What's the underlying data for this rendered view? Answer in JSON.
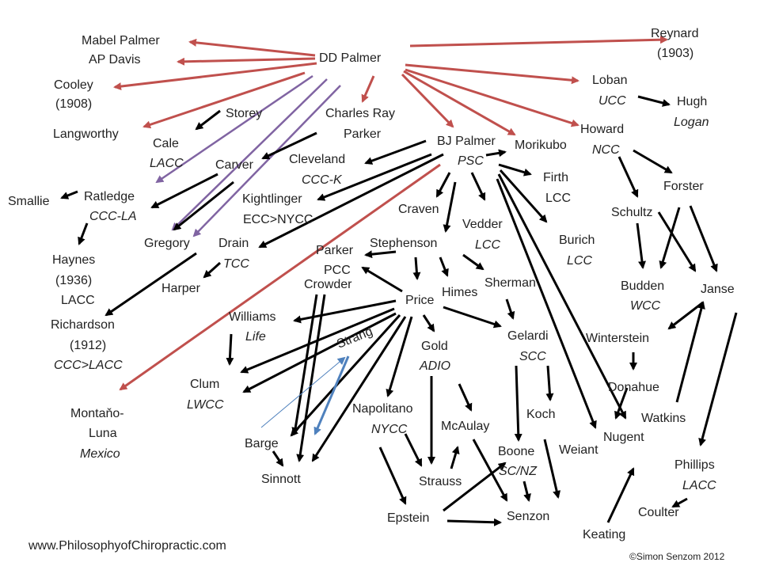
{
  "colors": {
    "red": "#c0504d",
    "purple": "#8064a2",
    "black": "#000000",
    "blue": "#4f81bd"
  },
  "nodes": {
    "mabel": {
      "line1": "Mabel Palmer",
      "line2": "AP Davis"
    },
    "ddpalmer": {
      "line1": "DD Palmer"
    },
    "reynard": {
      "line1": "Reynard",
      "line2": "(1903)"
    },
    "cooley": {
      "line1": "Cooley",
      "line2": "(1908)"
    },
    "langworthy": {
      "line1": "Langworthy"
    },
    "storey": {
      "line1": "Storey"
    },
    "charlesray": {
      "line1": "Charles Ray",
      "line2": "Parker"
    },
    "loban": {
      "line1": "Loban",
      "line2": "UCC"
    },
    "hugh": {
      "line1": "Hugh",
      "line2": "Logan"
    },
    "howard": {
      "line1": "Howard",
      "line2": "NCC"
    },
    "morikubo": {
      "line1": "Morikubo"
    },
    "bjpalmer": {
      "line1": "BJ Palmer",
      "line2": "PSC"
    },
    "cale": {
      "line1": "Cale",
      "line2": "LACC"
    },
    "carver": {
      "line1": "Carver"
    },
    "cleveland": {
      "line1": "Cleveland",
      "line2": "CCC-K"
    },
    "firth": {
      "line1": "Firth",
      "line2": "LCC"
    },
    "forster": {
      "line1": "Forster"
    },
    "smallie": {
      "line1": "Smallie"
    },
    "ratledge": {
      "line1": "Ratledge",
      "line2": "CCC-LA"
    },
    "kightlinger": {
      "line1": "Kightlinger",
      "line2": "ECC>NYCC"
    },
    "craven": {
      "line1": "Craven"
    },
    "vedder": {
      "line1": "Vedder",
      "line2": "LCC"
    },
    "schultz": {
      "line1": "Schultz"
    },
    "gregory": {
      "line1": "Gregory"
    },
    "drain": {
      "line1": "Drain",
      "line2": "TCC"
    },
    "parkerpcc": {
      "line1": "Parker",
      "line2": "PCC"
    },
    "stephenson": {
      "line1": "Stephenson"
    },
    "burich": {
      "line1": "Burich",
      "line2": "LCC"
    },
    "haynes": {
      "line1": "Haynes",
      "line2": "(1936)",
      "line3": "LACC"
    },
    "harper": {
      "line1": "Harper"
    },
    "crowder": {
      "line1": "Crowder"
    },
    "himes": {
      "line1": "Himes"
    },
    "sherman": {
      "line1": "Sherman"
    },
    "budden": {
      "line1": "Budden",
      "line2": "WCC"
    },
    "janse": {
      "line1": "Janse"
    },
    "price": {
      "line1": "Price"
    },
    "williams": {
      "line1": "Williams",
      "line2": "Life"
    },
    "richardson": {
      "line1": "Richardson",
      "line2": "(1912)",
      "line3": "CCC>LACC"
    },
    "strang": {
      "line1": "Strang"
    },
    "gold": {
      "line1": "Gold",
      "line2": "ADIO"
    },
    "gelardi": {
      "line1": "Gelardi",
      "line2": "SCC"
    },
    "winterstein": {
      "line1": "Winterstein"
    },
    "clum": {
      "line1": "Clum",
      "line2": "LWCC"
    },
    "donahue": {
      "line1": "Donahue"
    },
    "montano": {
      "line1": "Montaňo-",
      "line2": "Luna",
      "line3": "Mexico"
    },
    "napolitano": {
      "line1": "Napolitano",
      "line2": "NYCC"
    },
    "koch": {
      "line1": "Koch"
    },
    "watkins": {
      "line1": "Watkins"
    },
    "mcaulay": {
      "line1": "McAulay"
    },
    "nugent": {
      "line1": "Nugent"
    },
    "barge": {
      "line1": "Barge"
    },
    "boone": {
      "line1": "Boone",
      "line2": "SC/NZ"
    },
    "weiant": {
      "line1": "Weiant"
    },
    "phillips": {
      "line1": "Phillips",
      "line2": "LACC"
    },
    "sinnott": {
      "line1": "Sinnott"
    },
    "strauss": {
      "line1": "Strauss"
    },
    "coulter": {
      "line1": "Coulter"
    },
    "epstein": {
      "line1": "Epstein"
    },
    "senzon": {
      "line1": "Senzon"
    },
    "keating": {
      "line1": "Keating"
    }
  },
  "footer": {
    "website": "www.PhilosophyofChiropractic.com",
    "copyright": "©Simon Senzom 2012"
  }
}
